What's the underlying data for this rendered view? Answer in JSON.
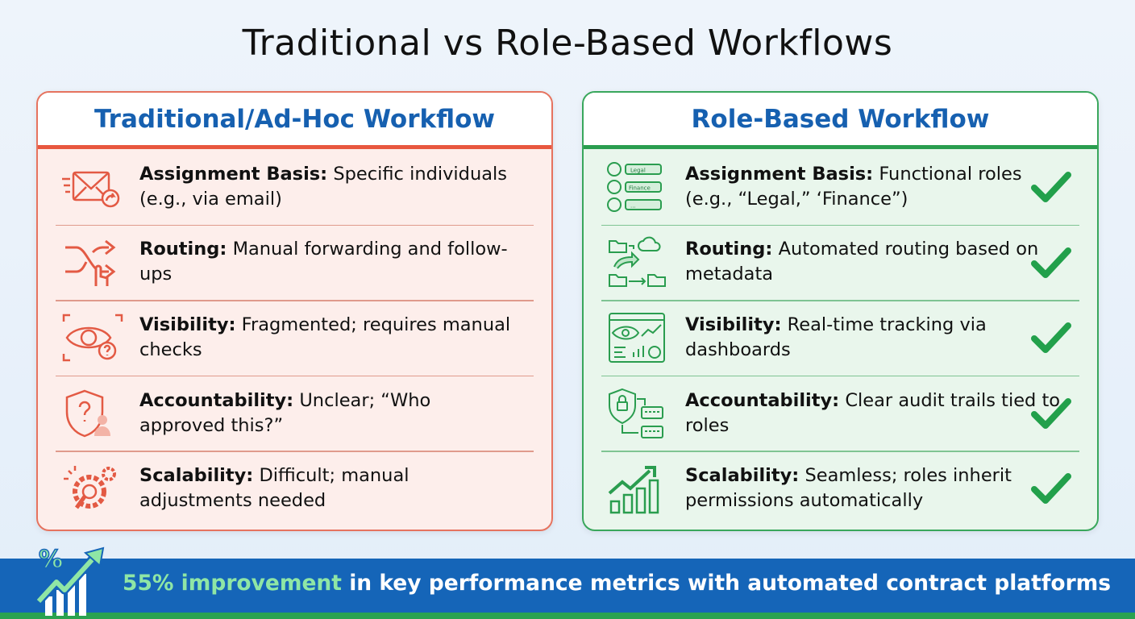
{
  "title": "Traditional vs Role-Based Workflows",
  "left_panel": {
    "heading": "Traditional/Ad-Hoc Workflow",
    "accent": "#e8573f",
    "rows": [
      {
        "icon": "email-forward-icon",
        "label": "Assignment Basis:",
        "text": "Specific individuals (e.g., via email)"
      },
      {
        "icon": "shuffle-hand-icon",
        "label": "Routing:",
        "text": "Manual forwarding and follow-ups"
      },
      {
        "icon": "eye-question-icon",
        "label": "Visibility:",
        "text": "Fragmented; requires manual checks"
      },
      {
        "icon": "shield-question-user-icon",
        "label": "Accountability:",
        "text": "Unclear; “Who approved this?”"
      },
      {
        "icon": "gear-wrench-icon",
        "label": "Scalability:",
        "text": "Difficult; manual adjustments needed"
      }
    ]
  },
  "right_panel": {
    "heading": "Role-Based Workflow",
    "accent": "#2a9d4f",
    "role_tags": [
      "Legal",
      "Finance",
      "..."
    ],
    "rows": [
      {
        "icon": "user-roles-icon",
        "label": "Assignment Basis:",
        "text": "Functional roles (e.g., “Legal,” ‘Finance”)"
      },
      {
        "icon": "folder-routing-icon",
        "label": "Routing:",
        "text": "Automated routing based on metadata"
      },
      {
        "icon": "dashboard-eye-icon",
        "label": "Visibility:",
        "text": "Real-time tracking via dashboards"
      },
      {
        "icon": "shield-lock-audit-icon",
        "label": "Accountability:",
        "text": "Clear audit trails tied to roles"
      },
      {
        "icon": "growth-chart-icon",
        "label": "Scalability:",
        "text": "Seamless; roles inherit permissions automatically"
      }
    ]
  },
  "banner": {
    "highlight": "55% improvement",
    "text": " in key performance metrics with automated contract platforms",
    "icon": "percent-growth-icon"
  }
}
